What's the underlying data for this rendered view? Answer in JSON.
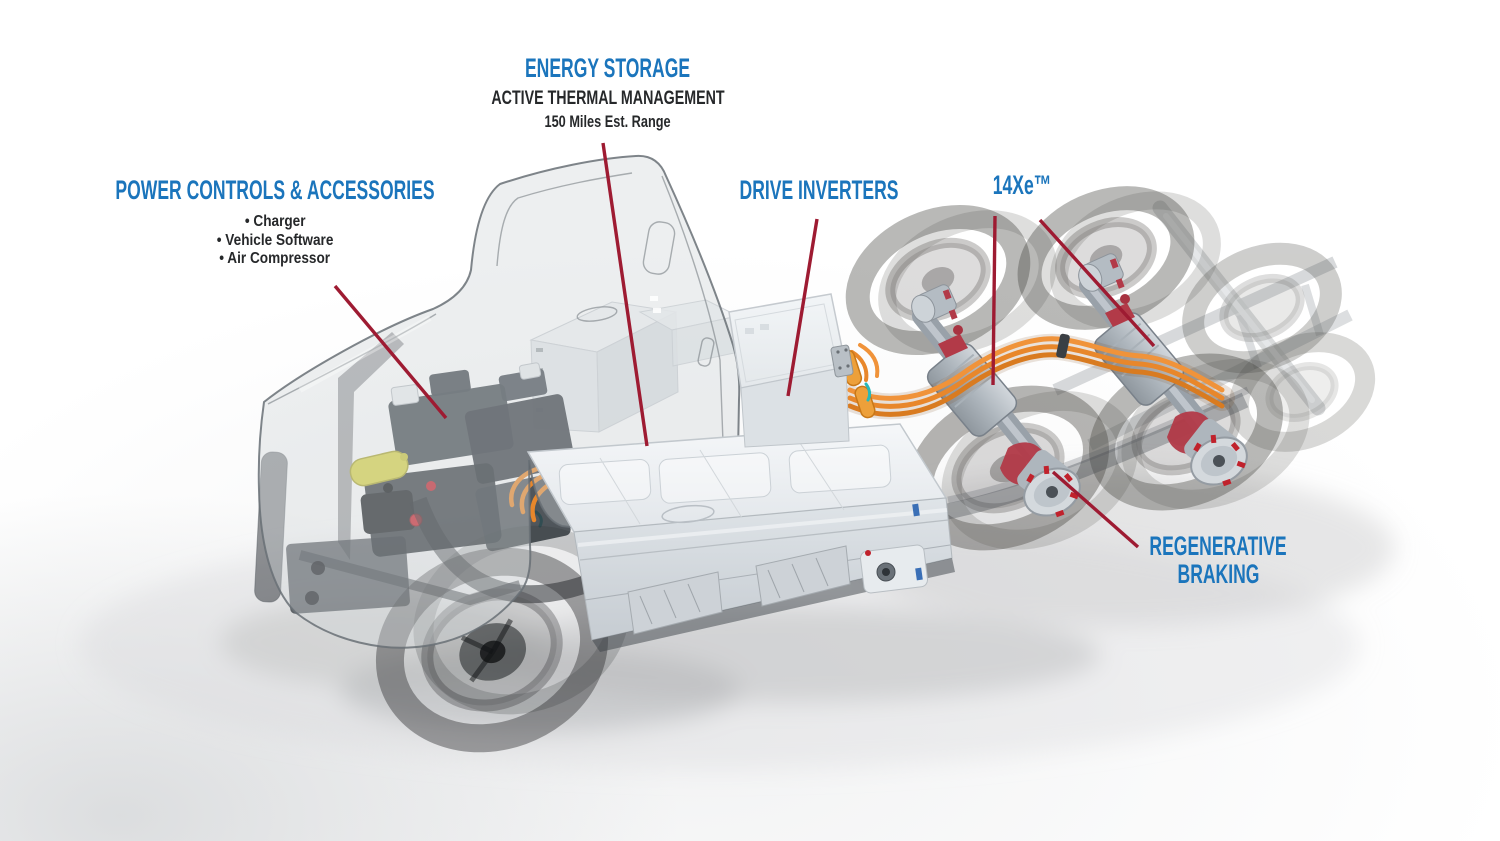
{
  "colors": {
    "label_blue": "#1B75BC",
    "label_dark": "#26282A",
    "leader_line_red": "#9E1B32",
    "cable_orange": "#E8872B",
    "tank_yellow": "#D8D345",
    "brake_red": "#B23A48",
    "background": "#FFFFFF"
  },
  "labels": {
    "power_controls": {
      "title": "POWER CONTROLS & ACCESSORIES",
      "items": [
        "Charger",
        "Vehicle Software",
        "Air Compressor"
      ]
    },
    "energy_storage": {
      "title": "ENERGY STORAGE",
      "subtitle": "ACTIVE THERMAL MANAGEMENT",
      "detail": "150 Miles Est. Range"
    },
    "drive_inverters": {
      "title": "DRIVE INVERTERS"
    },
    "e_axle": {
      "title": "14Xe™"
    },
    "regenerative_braking": {
      "lines": [
        "REGENERATIVE",
        "BRAKING"
      ]
    }
  }
}
